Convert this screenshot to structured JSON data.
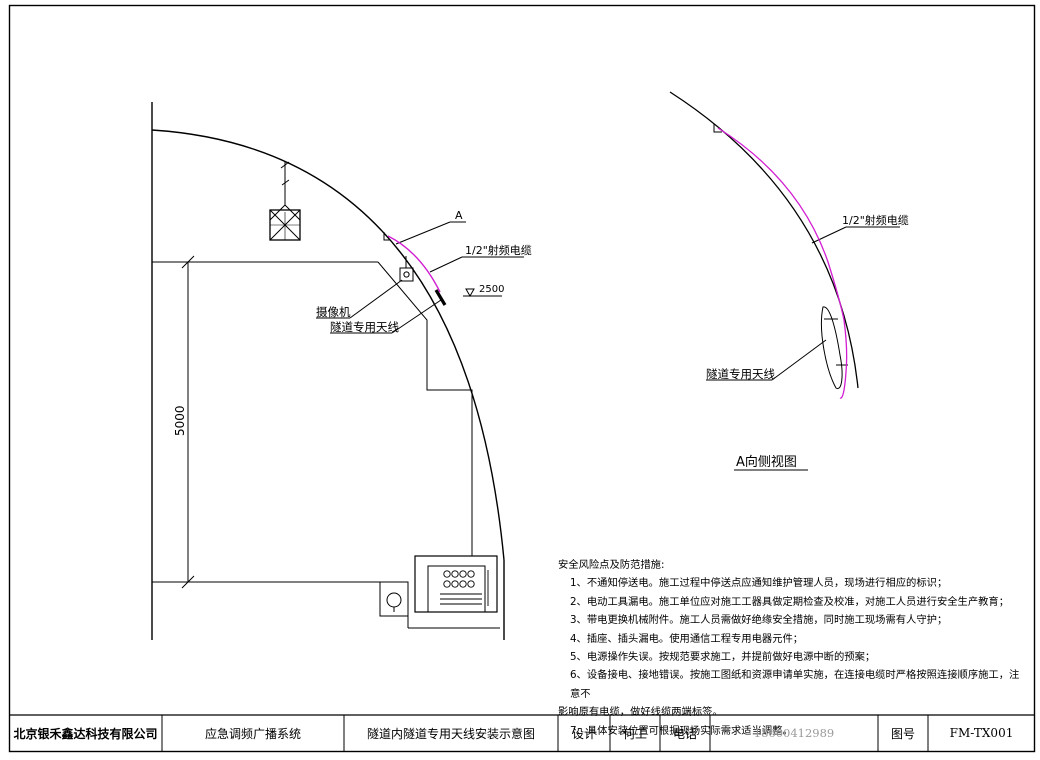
{
  "labels": {
    "marker_a": "A",
    "cable_main": "1/2\"射频电缆",
    "height_2500": "2500",
    "camera": "摄像机",
    "antenna_main": "隧道专用天线",
    "dimension_5000": "5000",
    "cable_side": "1/2\"射频电缆",
    "antenna_side": "隧道专用天线",
    "side_view_title": "A向侧视图"
  },
  "notes": {
    "heading": "安全风险点及防范措施:",
    "items": [
      "1、不通知停送电。施工过程中停送点应通知维护管理人员，现场进行相应的标识；",
      "2、电动工具漏电。施工单位应对施工工器具做定期检查及校准，对施工人员进行安全生产教育；",
      "3、带电更换机械附件。施工人员需做好绝缘安全措施，同时施工现场需有人守护；",
      "4、插座、插头漏电。使用通信工程专用电器元件；",
      "5、电源操作失误。按规范要求施工，并提前做好电源中断的预案；",
      "6、设备接电、接地错误。按施工图纸和资源申请单实施，在连接电缆时严格按照连接顺序施工，注意不",
      "7、具体安装位置可根据现场实际需求适当调整。"
    ],
    "item6_cont": "影响原有电缆，做好线缆两端标签。"
  },
  "title_block": {
    "company": "北京银禾鑫达科技有限公司",
    "system": "应急调频广播系统",
    "drawing_title": "隧道内隧道专用天线安装示意图",
    "design_label": "设计",
    "designer": "何工",
    "phone_label": "电话",
    "phone": "18600412989",
    "drawing_no_label": "图号",
    "drawing_no": "FM-TX001"
  },
  "colors": {
    "line": "#000000",
    "cable": "#d21ed2",
    "muted_text": "#9a9a9a"
  }
}
